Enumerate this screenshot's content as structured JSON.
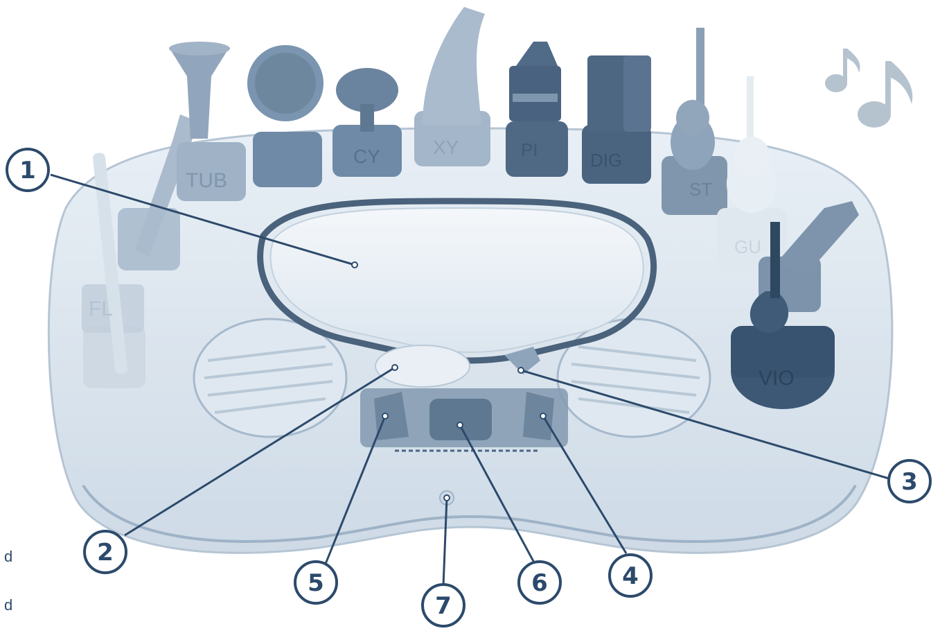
{
  "callouts": [
    {
      "number": "1"
    },
    {
      "number": "2"
    },
    {
      "number": "3"
    },
    {
      "number": "4"
    },
    {
      "number": "5"
    },
    {
      "number": "6"
    },
    {
      "number": "7"
    }
  ],
  "instrument_labels": [
    "TUB",
    "CY",
    "XY",
    "PI",
    "DIG",
    "ST",
    "GU",
    "VIO",
    "FL"
  ],
  "side_text": [
    "d",
    "d"
  ],
  "colors": {
    "callout": "#2c4a6b",
    "base": "#8fa7bf",
    "instrument_dark": "#41607f",
    "instrument_mid": "#6f8aa6",
    "instrument_light": "#b3c3d3",
    "note": "#b5c3cf"
  },
  "icons": [
    "music-notes-icon"
  ]
}
